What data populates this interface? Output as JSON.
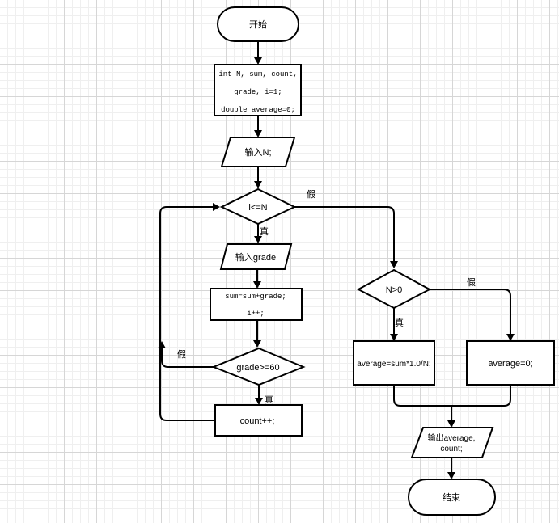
{
  "nodes": {
    "start": "开始",
    "init_line1": "int N, sum, count,",
    "init_line2": "grade, i=1;",
    "init_line3": "double average=0;",
    "input_n": "输入N;",
    "loop_cond": "i<=N",
    "input_grade": "输入grade",
    "accum_line1": "sum=sum+grade;",
    "accum_line2": "i++;",
    "grade_cond": "grade>=60",
    "count_inc": "count++;",
    "n_cond": "N>0",
    "avg_calc": "average=sum*1.0/N;",
    "avg_zero": "average=0;",
    "output_line1": "输出average,",
    "output_line2": "count;",
    "end": "结束"
  },
  "edge_labels": {
    "loop_true": "真",
    "loop_false": "假",
    "grade_true": "真",
    "grade_false": "假",
    "n_true": "真",
    "n_false": "假"
  }
}
